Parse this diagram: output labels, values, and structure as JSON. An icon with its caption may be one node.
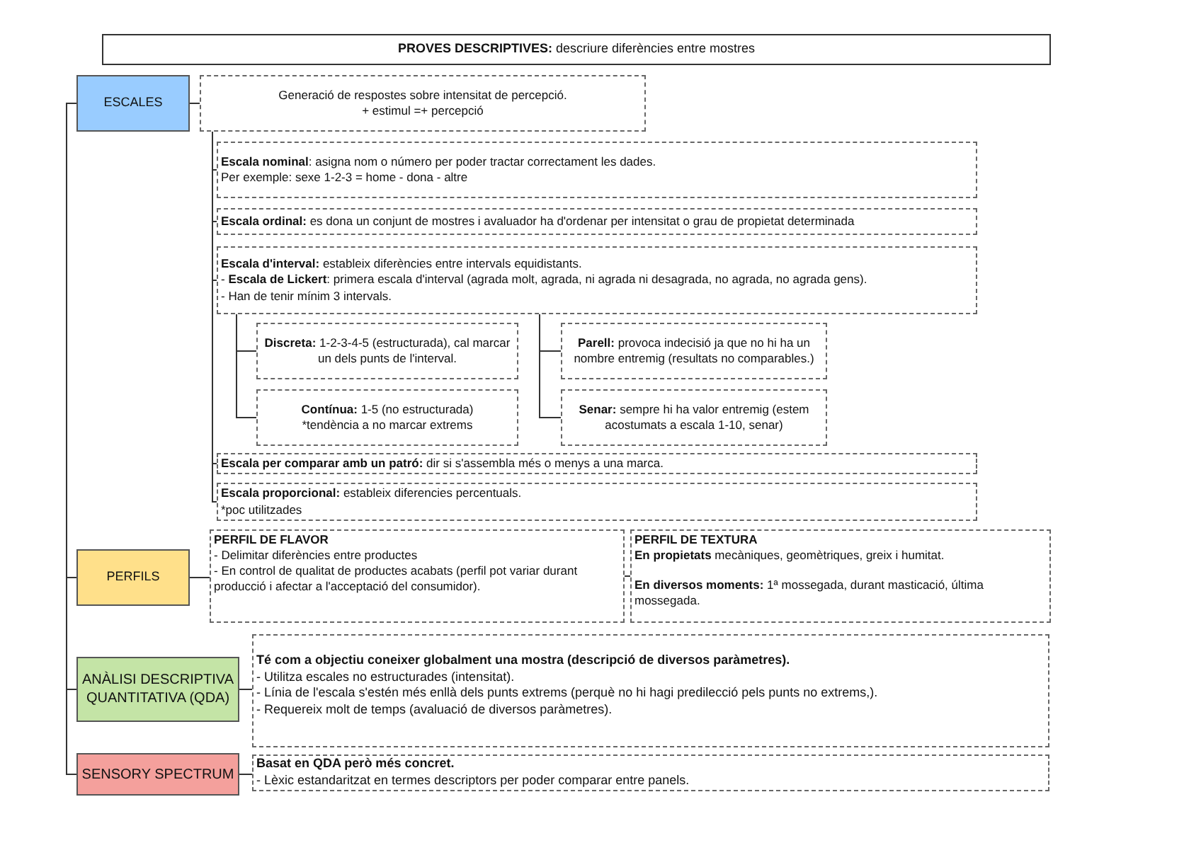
{
  "diagram": {
    "nodes": [
      {
        "text": [
          "**PROVES DESCRIPTIVES:** descriure diferències entre mostres"
        ]
      },
      {
        "text": [
          "ESCALES"
        ]
      },
      {
        "text": [
          "Generació de respostes sobre intensitat de percepció.",
          "+ estimul =+ percepció"
        ]
      },
      {
        "text": [
          "**Escala nominal**: asigna nom o número per poder tractar correctament les dades.",
          "Per exemple: sexe 1-2-3 = home - dona - altre"
        ]
      },
      {
        "text": [
          "**Escala ordinal:** es dona un conjunt de mostres i avaluador ha d'ordenar per intensitat o grau de propietat determinada"
        ]
      },
      {
        "text": [
          "**Escala d'interval:** estableix diferències entre intervals equidistants.",
          "- **Escala de Lickert**: primera escala d'interval (agrada molt, agrada, ni agrada ni desagrada, no agrada, no agrada gens).",
          "- Han de tenir mínim 3 intervals."
        ]
      },
      {
        "text": [
          "**Discreta:** 1-2-3-4-5 (estructurada), cal marcar un dels punts de l'interval."
        ]
      },
      {
        "text": [
          "**Contínua:** 1-5 (no estructurada)",
          "*tendència a no marcar extrems"
        ]
      },
      {
        "text": [
          "**Parell:** provoca indecisió ja que no hi ha un nombre entremig (resultats no comparables.)"
        ]
      },
      {
        "text": [
          "**Senar:** sempre hi ha valor entremig (estem acostumats a escala 1-10, senar)"
        ]
      },
      {
        "text": [
          "**Escala per comparar amb un patró:** dir si s'assembla més o menys a una marca."
        ]
      },
      {
        "text": [
          "**Escala proporcional:** estableix diferencies percentuals.",
          "*poc utilitzades"
        ]
      },
      {
        "text": [
          "PERFILS"
        ]
      },
      {
        "text": [
          "PERFIL DE FLAVOR",
          "- Delimitar diferències entre productes",
          "- En control de qualitat de productes acabats (perfil pot variar durant producció i afectar a l'acceptació del consumidor)."
        ]
      },
      {
        "text": [
          "PERFIL DE TEXTURA",
          "**En propietats** mecàniques, geomètriques, greix i humitat.",
          "**En diversos moments:** 1ª mossegada, durant masticació, última mossegada."
        ]
      },
      {
        "text": [
          "ANÀLISI DESCRIPTIVA QUANTITATIVA (QDA)"
        ]
      },
      {
        "text": [
          "Té com a objectiu coneixer globalment una mostra (descripció de diversos paràmetres).",
          "- Utilitza escales no estructurades (intensitat).",
          "- Línia de l'escala s'estén més enllà dels punts extrems (perquè no hi hagi predilecció pels punts no extrems,).",
          "- Requereix molt de temps (avaluació de diversos paràmetres)."
        ]
      },
      {
        "text": [
          "SENSORY SPECTRUM"
        ]
      },
      {
        "text": [
          "Basat en QDA però més concret.",
          "- Lèxic estandaritzat en termes descriptors per poder comparar entre panels."
        ]
      }
    ],
    "edges": [
      {
        "from": 1,
        "to": 2,
        "arrow": "none"
      },
      {
        "from": 2,
        "to": 3,
        "arrow": "none"
      },
      {
        "from": 2,
        "to": 4,
        "arrow": "none"
      },
      {
        "from": 2,
        "to": 5,
        "arrow": "none"
      },
      {
        "from": 2,
        "to": 10,
        "arrow": "none"
      },
      {
        "from": 2,
        "to": 11,
        "arrow": "none"
      },
      {
        "from": 5,
        "to": 6,
        "arrow": "none"
      },
      {
        "from": 5,
        "to": 7,
        "arrow": "none"
      },
      {
        "from": 5,
        "to": 8,
        "arrow": "none"
      },
      {
        "from": 5,
        "to": 9,
        "arrow": "none"
      },
      {
        "from": 1,
        "to": 12,
        "arrow": "none"
      },
      {
        "from": 1,
        "to": 15,
        "arrow": "none"
      },
      {
        "from": 1,
        "to": 17,
        "arrow": "none"
      },
      {
        "from": 12,
        "to": 13,
        "arrow": "none"
      },
      {
        "from": 13,
        "to": 14,
        "arrow": "none"
      },
      {
        "from": 15,
        "to": 16,
        "arrow": "none"
      },
      {
        "from": 17,
        "to": 18,
        "arrow": "none"
      }
    ]
  }
}
